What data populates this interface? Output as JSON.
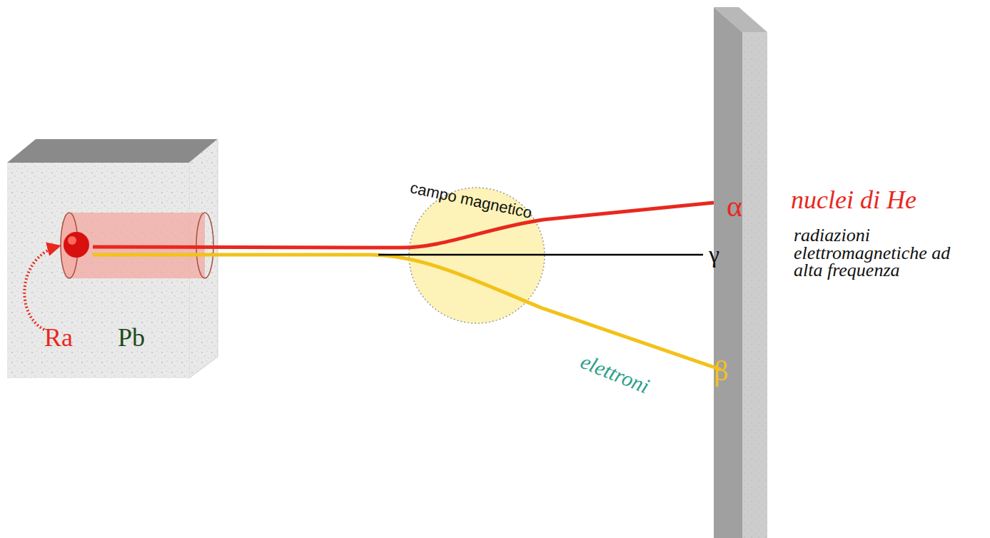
{
  "diagram": {
    "labels": [
      "Ra",
      "Pb",
      "campo magnetico",
      "α",
      "nuclei di He",
      "γ",
      "radiazioni elettromagnetiche ad alta frequenza",
      "elettroni",
      "β"
    ]
  }
}
